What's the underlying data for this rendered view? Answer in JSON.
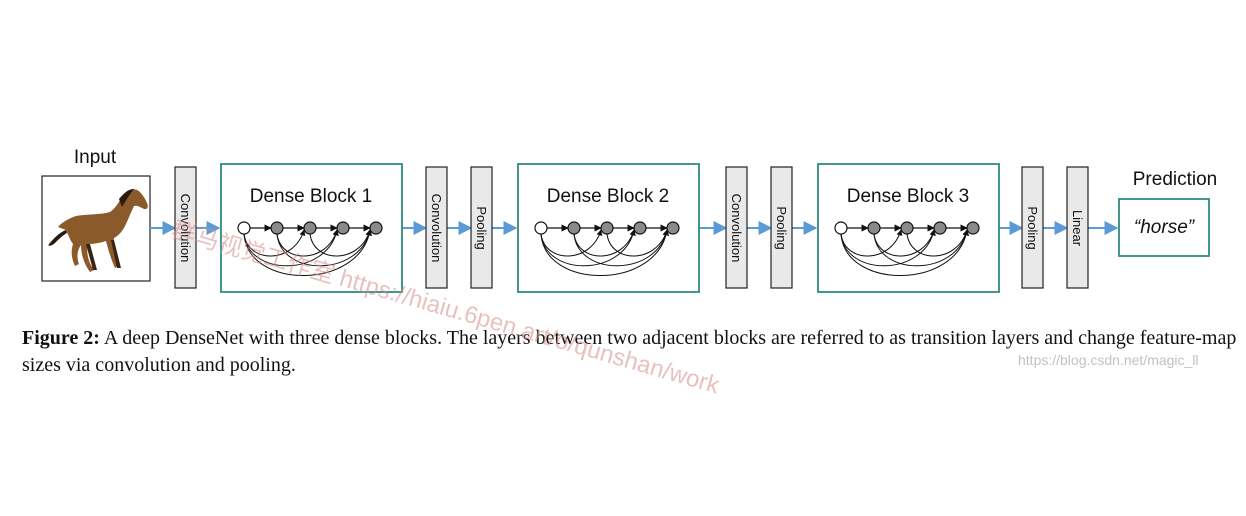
{
  "diagram": {
    "input_label": "Input",
    "prediction_label": "Prediction",
    "prediction_value": "“horse”",
    "layers": {
      "conv1": "Convolution",
      "conv2": "Convolution",
      "pool2": "Pooling",
      "conv3": "Convolution",
      "pool3": "Pooling",
      "pool4": "Pooling",
      "linear": "Linear"
    },
    "blocks": [
      "Dense Block 1",
      "Dense Block 2",
      "Dense Block 3"
    ],
    "colors": {
      "block_border": "#2e8b7e",
      "arrow": "#5b9bd5",
      "layer_fill": "#e9e9e9",
      "node_fill": "#8a8a8a"
    }
  },
  "caption": {
    "label": "Figure 2:",
    "text": "A deep DenseNet with three dense blocks. The layers between two adjacent blocks are referred to as transition layers and change feature-map sizes via convolution and pooling."
  },
  "watermarks": {
    "overlay": "群马视觉工作室 https://hiaiu.6pen.art/o/qunshan/work",
    "source": "https://blog.csdn.net/magic_ll"
  }
}
